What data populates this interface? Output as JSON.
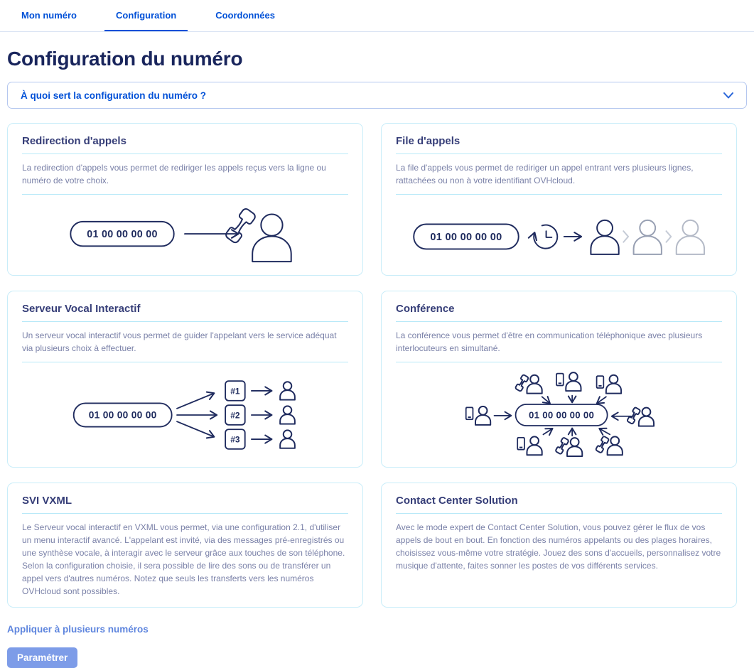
{
  "tabs": [
    {
      "label": "Mon numéro",
      "active": false
    },
    {
      "label": "Configuration",
      "active": true
    },
    {
      "label": "Coordonnées",
      "active": false
    }
  ],
  "page_title": "Configuration du numéro",
  "accordion": {
    "label": "À quoi sert la configuration du numéro ?"
  },
  "cards": [
    {
      "title": "Redirection d'appels",
      "description": "La redirection d'appels vous permet de rediriger les appels reçus vers la ligne ou numéro de votre choix.",
      "number": "01 00 00 00 00"
    },
    {
      "title": "File d'appels",
      "description": "La file d'appels vous permet de rediriger un appel entrant vers plusieurs lignes, rattachées ou non à votre identifiant OVHcloud.",
      "number": "01 00 00 00 00"
    },
    {
      "title": "Serveur Vocal Interactif",
      "description": "Un serveur vocal interactif vous permet de guider l'appelant vers le service adéquat via plusieurs choix à effectuer.",
      "number": "01 00 00 00 00",
      "options": [
        "#1",
        "#2",
        "#3"
      ]
    },
    {
      "title": "Conférence",
      "description": "La conférence vous permet d'être en communication téléphonique avec plusieurs interlocuteurs en simultané.",
      "number": "01 00 00 00 00"
    },
    {
      "title": "SVI VXML",
      "description": "Le Serveur vocal interactif en VXML vous permet, via une configuration 2.1, d'utiliser un menu interactif avancé. L'appelant est invité, via des messages pré-enregistrés ou une synthèse vocale, à interagir avec le serveur grâce aux touches de son téléphone. Selon la configuration choisie, il sera possible de lire des sons ou de transférer un appel vers d'autres numéros. Notez que seuls les transferts vers les numéros OVHcloud sont possibles."
    },
    {
      "title": "Contact Center Solution",
      "description": "Avec le mode expert de Contact Center Solution, vous pouvez gérer le flux de vos appels de bout en bout. En fonction des numéros appelants ou des plages horaires, choisissez vous-même votre stratégie. Jouez des sons d'accueils, personnalisez votre musique d'attente, faites sonner les postes de vos différents services."
    }
  ],
  "footer": {
    "apply_link": "Appliquer à plusieurs numéros",
    "configure_button": "Paramétrer"
  },
  "colors": {
    "primary_blue": "#0050d7",
    "heading_navy": "#19255c",
    "card_border": "#c9edf9",
    "rule": "#b8e9f8",
    "description_text": "#7a81a8",
    "illustration_stroke": "#1f2b5e",
    "link_blue": "#5e85de",
    "button_bg": "#7d9ce8"
  }
}
